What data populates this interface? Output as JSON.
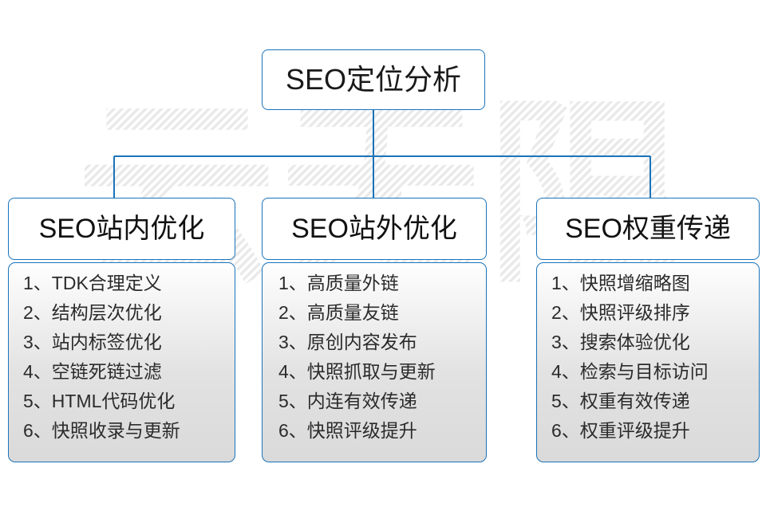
{
  "diagram": {
    "root": {
      "title": "SEO定位分析"
    },
    "watermark_text": "云无限",
    "accent_color": "#1a73ba",
    "branches": [
      {
        "title": "SEO站内优化",
        "items": [
          {
            "num": "1、",
            "text": "TDK合理定义"
          },
          {
            "num": "2、",
            "text": "结构层次优化"
          },
          {
            "num": "3、",
            "text": "站内标签优化"
          },
          {
            "num": "4、",
            "text": "空链死链过滤"
          },
          {
            "num": "5、",
            "text": "HTML代码优化"
          },
          {
            "num": "6、",
            "text": "快照收录与更新"
          }
        ]
      },
      {
        "title": "SEO站外优化",
        "items": [
          {
            "num": "1、",
            "text": "高质量外链"
          },
          {
            "num": "2、",
            "text": "高质量友链"
          },
          {
            "num": "3、",
            "text": "原创内容发布"
          },
          {
            "num": "4、",
            "text": "快照抓取与更新"
          },
          {
            "num": "5、",
            "text": "内连有效传递"
          },
          {
            "num": "6、",
            "text": "快照评级提升"
          }
        ]
      },
      {
        "title": "SEO权重传递",
        "items": [
          {
            "num": "1、",
            "text": "快照增缩略图"
          },
          {
            "num": "2、",
            "text": "快照评级排序"
          },
          {
            "num": "3、",
            "text": "搜索体验优化"
          },
          {
            "num": "4、",
            "text": "检索与目标访问"
          },
          {
            "num": "5、",
            "text": "权重有效传递"
          },
          {
            "num": "6、",
            "text": "权重评级提升"
          }
        ]
      }
    ]
  }
}
